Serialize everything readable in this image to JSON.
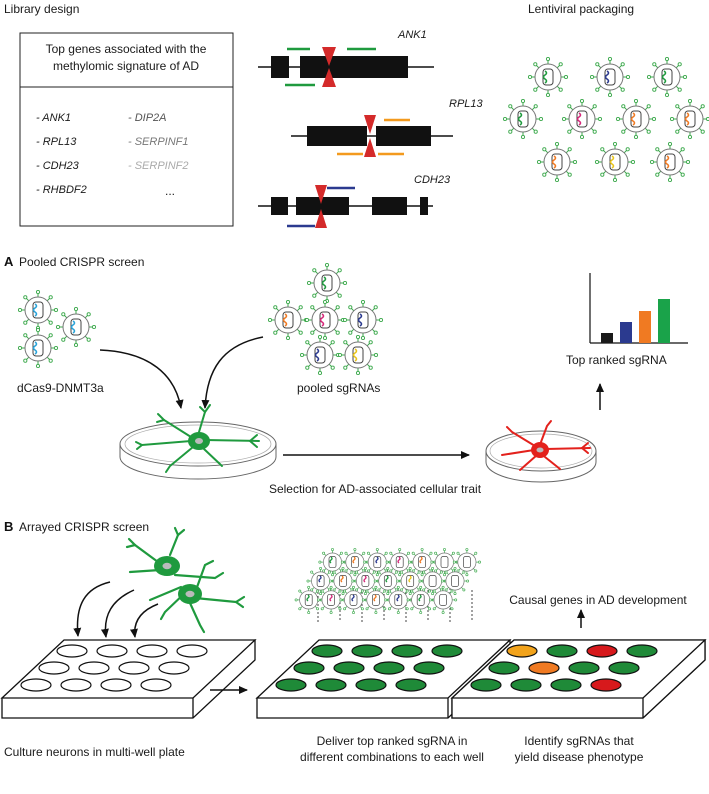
{
  "library": {
    "heading": "Library design",
    "box_title_line1": "Top genes associated with the",
    "box_title_line2": "methylomic signature of AD",
    "genes_col1": [
      "- ANK1",
      "- RPL13",
      "- CDH23",
      "- RHBDF2"
    ],
    "genes_col2": [
      "- DIP2A",
      "- SERPINF1",
      "- SERPINF2",
      "..."
    ],
    "gene_maps": [
      "ANK1",
      "RPL13",
      "CDH23"
    ]
  },
  "packaging": {
    "heading": "Lentiviral packaging"
  },
  "panel_a": {
    "letter": "A",
    "title": "Pooled CRISPR screen",
    "dcas9_label": "dCas9-DNMT3a",
    "pooled_label": "pooled sgRNAs",
    "selection_label": "Selection for AD-associated cellular trait",
    "top_ranked_label": "Top ranked sgRNA",
    "bar_colors": [
      "#1a1a1a",
      "#2b3a8f",
      "#f07a22",
      "#1aa34a"
    ]
  },
  "panel_b": {
    "letter": "B",
    "title": "Arrayed CRISPR screen",
    "culture_label": "Culture neurons in multi-well plate",
    "deliver_line1": "Deliver top ranked sgRNA in",
    "deliver_line2": "different combinations to each well",
    "identify_line1": "Identify sgRNAs that",
    "identify_line2": "yield disease phenotype",
    "causal_label": "Causal genes in AD development"
  },
  "colors": {
    "neuron_green": "#1f9a3e",
    "neuron_red": "#e3211c",
    "well_green": "#1f8a38",
    "well_orange": "#f07a22",
    "well_red": "#d7191c",
    "well_gold": "#f2a31b",
    "virus_spike": "#3aa84a",
    "cut_red": "#d42a2a"
  }
}
